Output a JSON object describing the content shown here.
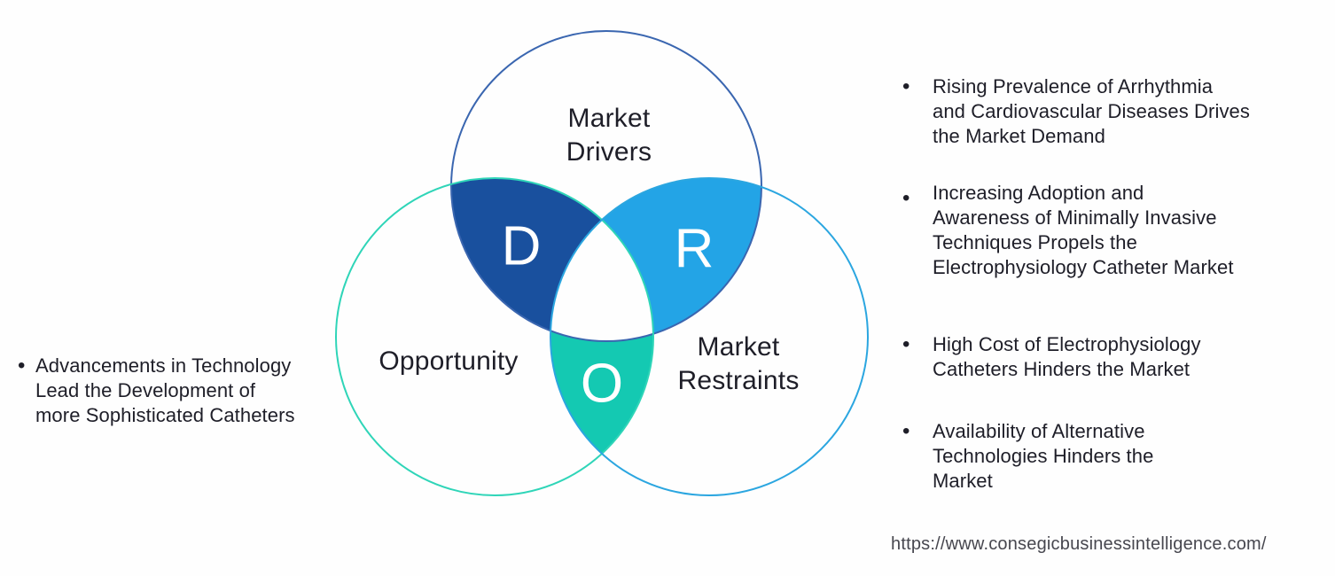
{
  "diagram": {
    "title_hint": "DRO venn diagram",
    "background": "#fefefe",
    "circles": {
      "drivers": {
        "label": "Market\nDrivers",
        "letter": "D",
        "lens_fill": "#19509e",
        "outline": "#3a66b0"
      },
      "restraints": {
        "label": "Market\nRestraints",
        "letter": "R",
        "lens_fill": "#23a4e6",
        "outline": "#2ba6e0"
      },
      "opportunity": {
        "label": "Opportunity",
        "letter": "O",
        "lens_fill": "#14c9b2",
        "outline": "#2fd5b8"
      }
    }
  },
  "left_panel": {
    "bullet": "•",
    "items": [
      {
        "text": "Advancements in Technology\nLead the Development of\nmore Sophisticated Catheters"
      }
    ]
  },
  "right_panel": {
    "bullet": "•",
    "items": [
      {
        "text": "Rising Prevalence of Arrhythmia\nand Cardiovascular Diseases Drives\nthe Market Demand"
      },
      {
        "text": "Increasing Adoption and\nAwareness of Minimally Invasive\nTechniques Propels the\nElectrophysiology Catheter Market"
      },
      {
        "text": "High Cost of Electrophysiology\nCatheters Hinders the Market"
      },
      {
        "text": "Availability of Alternative\nTechnologies Hinders the\nMarket"
      }
    ]
  },
  "footer": {
    "url": "https://www.consegicbusinessintelligence.com/"
  }
}
